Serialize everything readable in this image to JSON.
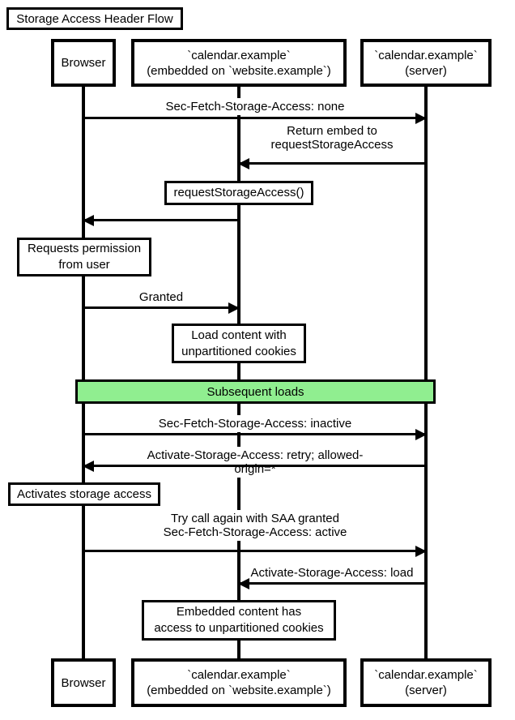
{
  "title": "Storage Access Header Flow",
  "colors": {
    "background": "#ffffff",
    "line": "#000000",
    "box_fill": "#ffffff",
    "band_fill": "#90EE90"
  },
  "participants": {
    "browser": {
      "label": "Browser"
    },
    "embed": {
      "label": "`calendar.example`\n(embedded on `website.example`)"
    },
    "server": {
      "label": "`calendar.example`\n(server)"
    }
  },
  "messages": [
    {
      "from": "browser",
      "to": "server",
      "direction": "right",
      "label": "Sec-Fetch-Storage-Access: none"
    },
    {
      "from": "server",
      "to": "embed",
      "direction": "left",
      "label": "Return embed to\nrequestStorageAccess"
    },
    {
      "from": "embed",
      "to": "browser",
      "direction": "left",
      "label": ""
    },
    {
      "from": "browser",
      "to": "embed",
      "direction": "right",
      "label": "Granted"
    },
    {
      "from": "browser",
      "to": "server",
      "direction": "right",
      "label": "Sec-Fetch-Storage-Access: inactive"
    },
    {
      "from": "server",
      "to": "browser",
      "direction": "left",
      "label": "Activate-Storage-Access: retry; allowed-origin=*"
    },
    {
      "from": "browser",
      "to": "server",
      "direction": "right",
      "label": "Try call again with SAA granted\nSec-Fetch-Storage-Access: active"
    },
    {
      "from": "server",
      "to": "embed",
      "direction": "left",
      "label": "Activate-Storage-Access: load"
    }
  ],
  "notes": [
    {
      "over": "embed",
      "text": "requestStorageAccess()"
    },
    {
      "over": "browser",
      "text": "Requests permission\nfrom user"
    },
    {
      "over": "embed",
      "text": "Load content with\nunpartitioned cookies"
    },
    {
      "over": "browser",
      "text": "Activates storage access"
    },
    {
      "over": "embed",
      "text": "Embedded content has\naccess to unpartitioned cookies"
    }
  ],
  "band": {
    "label": "Subsequent loads"
  }
}
